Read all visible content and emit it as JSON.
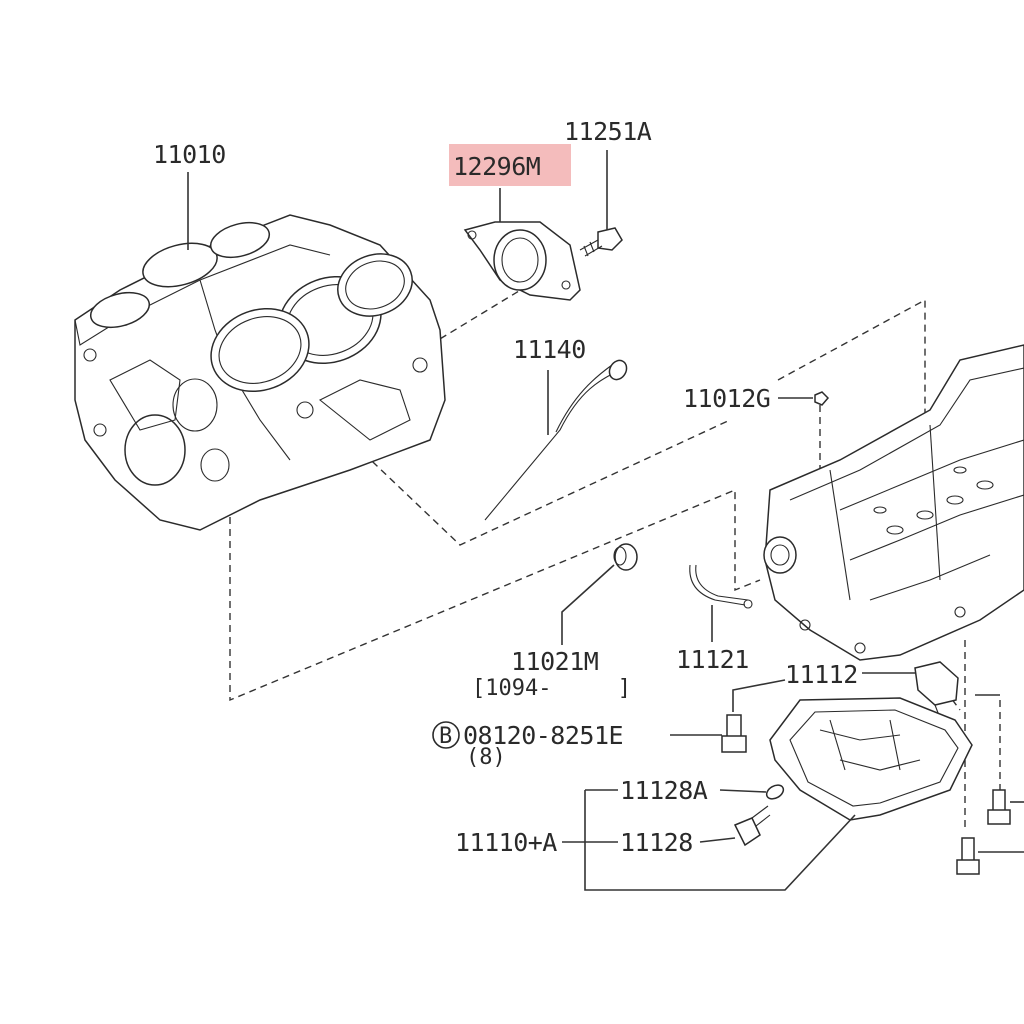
{
  "highlight_color": "#f4bcbc",
  "line_color": "#2b2b2b",
  "labels": {
    "p11010": "11010",
    "p12296M": "12296M",
    "p11251A": "11251A",
    "p11140": "11140",
    "p11012G": "11012G",
    "p11021M": "11021M",
    "p11021M_range": "[1094-     ]",
    "p11121": "11121",
    "p11112": "11112",
    "bolt_code_prefix": "B",
    "bolt_code": "08120-8251E",
    "bolt_qty": "(8)",
    "p11128A": "11128A",
    "p11110A": "11110+A",
    "p11128": "11128"
  },
  "highlighted_part": "12296M"
}
